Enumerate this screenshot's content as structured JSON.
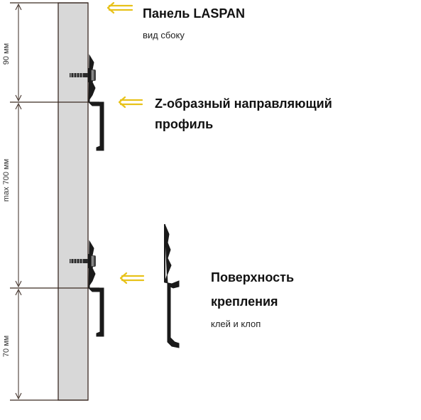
{
  "colors": {
    "accent_arrow": "#e8c21a",
    "panel_fill": "#d8d8d8",
    "line": "#3a2a22",
    "profile": "#1a1a1a"
  },
  "labels": {
    "panel_title": "Панель LASPAN",
    "panel_subtitle": "вид сбоку",
    "profile_line1": "Z-образный направляющий",
    "profile_line2": "профиль",
    "surface_line1": "Поверхность",
    "surface_line2": "крепления",
    "surface_subtitle": "клей и клоп"
  },
  "dimensions": {
    "top": "90 мм",
    "middle": "max 700 мм",
    "bottom": "70 мм"
  },
  "icons": {
    "pointer_arrows": "arrow-left-icon",
    "screws": "screw-icon"
  }
}
